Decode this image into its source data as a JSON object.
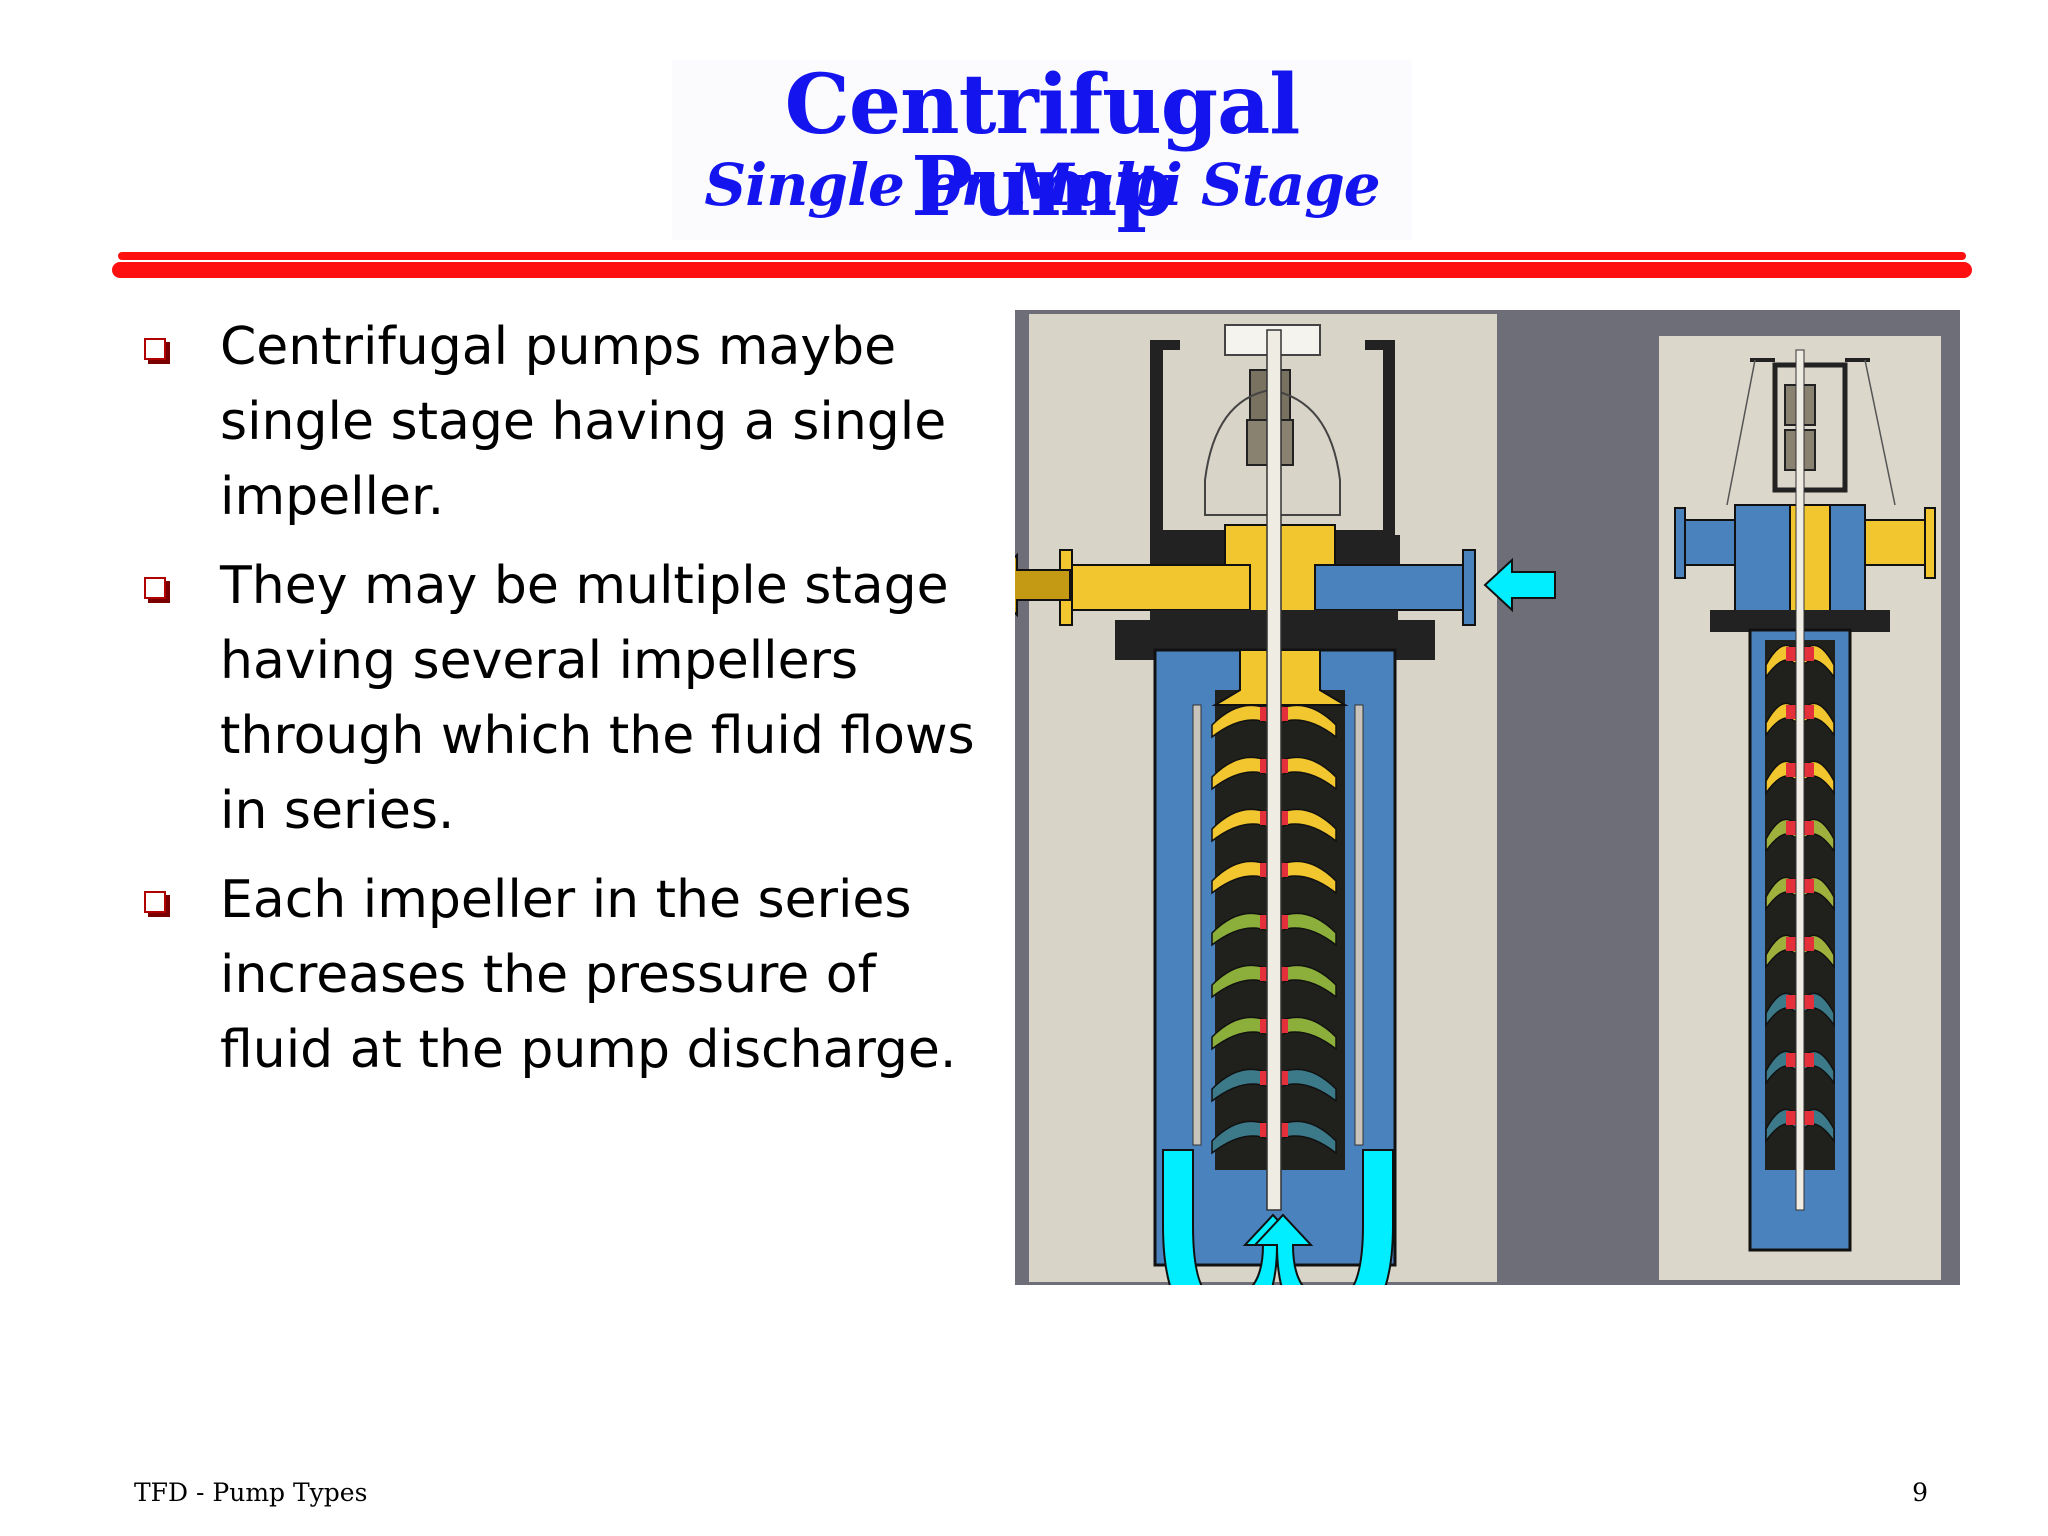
{
  "slide": {
    "title": "Centrifugal Pump",
    "subtitle": "Single or Multi Stage"
  },
  "bullets": [
    "Centrifugal pumps maybe single stage having a single impeller.",
    "They may be multiple stage having several impellers through which the fluid flows in series.",
    "Each impeller in the series increases the pressure of fluid at the pump discharge."
  ],
  "figure": {
    "icon": "multistage-pump-cutaway-diagram",
    "colors": {
      "casing": "#4a82bd",
      "discharge": "#f2c62e",
      "impeller": "#e3303a",
      "inlet_arrow": "#00eeff",
      "outlet_arrow": "#c49a14",
      "background_panel": "#6e6e78",
      "paper": "#d9d4c8"
    }
  },
  "footer": {
    "left": "TFD - Pump Types",
    "page_number": "9"
  }
}
